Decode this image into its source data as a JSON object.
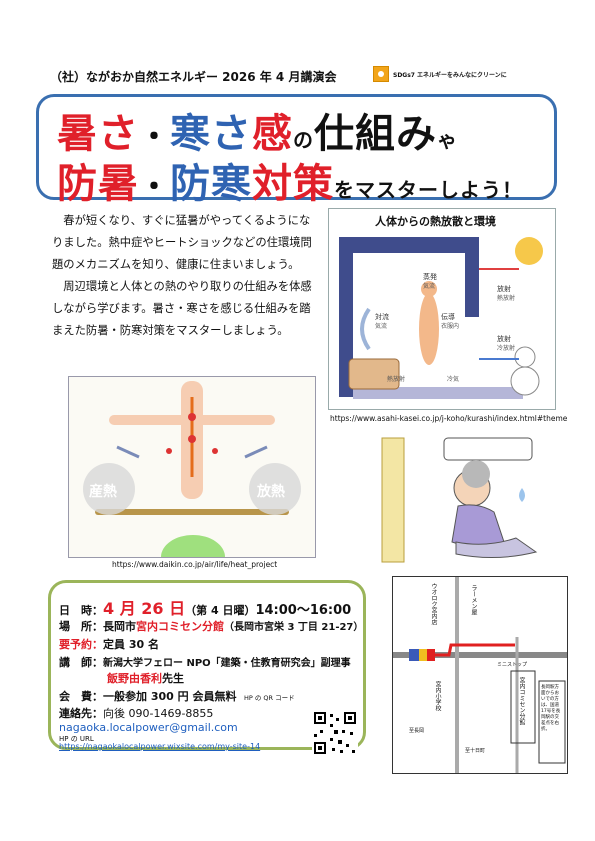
{
  "header": {
    "org_line": "（社）ながおか自然エネルギー 2026 年 4 月講演会",
    "sdg_label": "SDGs7 エネルギーをみんなにクリーンに"
  },
  "title": {
    "l1_a": "暑さ",
    "l1_dot": "・",
    "l1_b": "寒さ",
    "l1_c": "感",
    "l1_d": "の",
    "l1_e": "仕組み",
    "l1_f": "ゃ",
    "l2_a": "防暑",
    "l2_dot": "・",
    "l2_b": "防寒",
    "l2_c": "対策",
    "l2_d": "をマスターしよう！"
  },
  "intro": {
    "p1": "春が短くなり、すぐに猛暑がやってくるようになりました。熱中症やヒートショックなどの住環境問題のメカニズムを知り、健康に住まいましょう。",
    "p2": "周辺環境と人体との熱のやり取りの仕組みを体感しながら学びます。暑さ・寒さを感じる仕組みを踏まえた防暑・防寒対策をマスターしましょう。"
  },
  "img_top": {
    "title": "人体からの熱放散と環境",
    "labels": [
      "蒸発",
      "気流",
      "伝導",
      "衣服内",
      "対流",
      "気流",
      "放射",
      "熱放射",
      "放射",
      "冷放射",
      "熱放射",
      "冷気"
    ],
    "caption": "https://www.asahi-kasei.co.jp/j-koho/kurashi/index.html#theme"
  },
  "img_mid": {
    "left_label": "産熱",
    "right_label": "放熱",
    "caption": "https://www.daikin.co.jp/air/life/heat_project"
  },
  "info": {
    "date_label": "日　時：",
    "date_value": "4 月 26 日",
    "date_day": "（第 4 日曜）",
    "date_time": "14:00〜16:00",
    "place_label": "場　所：",
    "place_pre": "長岡市",
    "place_value": "宮内コミセン分館",
    "place_addr": "（長岡市宮栄 3 丁目 21-27）",
    "reserve_label": "要予約：",
    "reserve_value": "定員 30 名",
    "lecturer_label": "講　師：",
    "lecturer_aff": "新潟大学フェロー  NPO「建築・住教育研究会」副理事",
    "lecturer_name": "飯野由香利",
    "lecturer_suffix": "先生",
    "fee_label": "会　費：",
    "fee_value": "一般参加 300 円  会員無料",
    "qr_note": "HP の QR コード",
    "contact_label": "連絡先：",
    "contact_value": "向後 090-1469-8855",
    "email": "nagaoka.localpower@gmail.com",
    "hp_label": "HP の URL",
    "url": "https://nagaokalocalpower.wixsite.com/my-site-14"
  },
  "map": {
    "labels": [
      "ウオロク宮内店",
      "ラーメン屋",
      "宮内小学校",
      "宮内コミセン分館",
      "至長岡",
      "ミニストップ",
      "至十日町",
      "長岡駅方面からおいでの方は、国道17号を長岡駅の交差点を右折。"
    ]
  }
}
